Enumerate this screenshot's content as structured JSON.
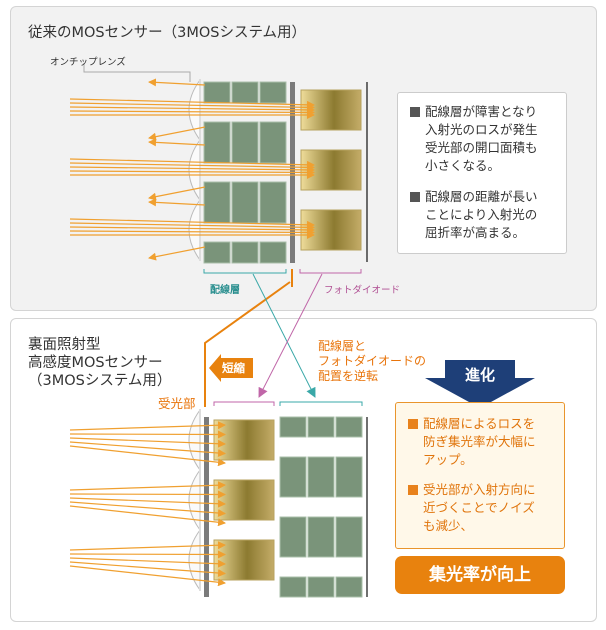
{
  "top_panel": {
    "title": "従来のMOSセンサー（3MOSシステム用）",
    "lens_label": "オンチップレンズ",
    "wiring_label": "配線層",
    "photodiode_label": "フォトダイオード",
    "notes": [
      {
        "lines": [
          "配線層が障害となり",
          "入射光のロスが発生",
          "受光部の開口面積も",
          "小さくなる。"
        ]
      },
      {
        "lines": [
          "配線層の距離が長い",
          "ことにより入射光の",
          "屈折率が高まる。"
        ]
      }
    ]
  },
  "bottom_panel": {
    "title_lines": [
      "裏面照射型",
      "高感度MOSセンサー",
      "（3MOSシステム用）"
    ],
    "shorten_label": "短縮",
    "receiver_label": "受光部",
    "swap_label_lines": [
      "配線層と",
      "フォトダイオードの",
      "配置を逆転"
    ],
    "evolution_label": "進化",
    "notes": [
      {
        "lines": [
          "配線層によるロスを",
          "防ぎ集光率が大幅に",
          "アップ。"
        ]
      },
      {
        "lines": [
          "受光部が入射方向に",
          "近づくことでノイズ",
          "も減少、"
        ]
      }
    ],
    "result_label": "集光率が向上"
  },
  "colors": {
    "ray": "#f0a030",
    "wiring": "#7a947a",
    "photodiode": "#b8a050",
    "teal": "#3aa8a8",
    "pink": "#c066a8",
    "orange": "#e8820e",
    "navy": "#1e3f78"
  }
}
